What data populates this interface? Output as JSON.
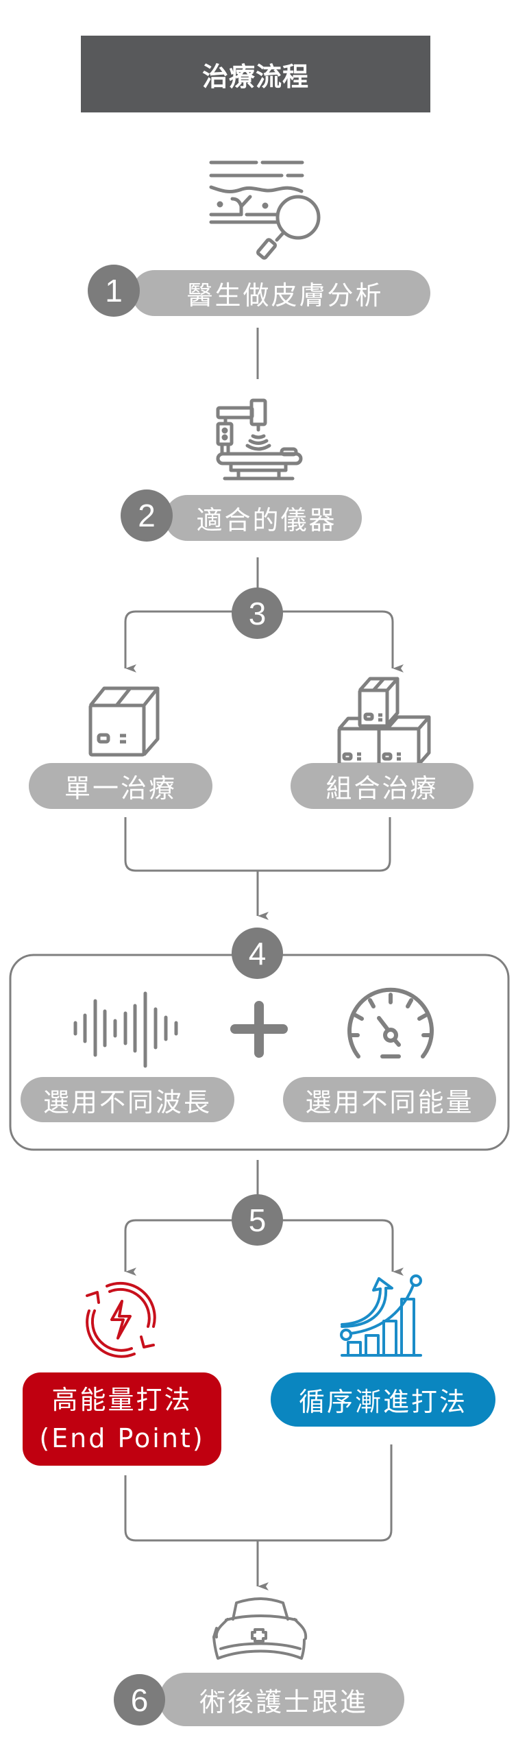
{
  "title": "治療流程",
  "colors": {
    "title_bg": "#58595b",
    "step_circle": "#7c7c7c",
    "pill_bg": "#b1b1b1",
    "connector": "#7f7f7f",
    "icon_gray": "#808080",
    "high_energy_red": "#c00010",
    "progressive_blue": "#0a86c0"
  },
  "steps": [
    {
      "number": "1",
      "label": "醫生做皮膚分析",
      "icon": "skin-analysis-magnifier-icon"
    },
    {
      "number": "2",
      "label": "適合的儀器",
      "icon": "laser-machine-icon"
    },
    {
      "number": "3",
      "options": [
        {
          "label": "單一治療",
          "icon": "single-box-icon"
        },
        {
          "label": "組合治療",
          "icon": "stacked-boxes-icon"
        }
      ]
    },
    {
      "number": "4",
      "operator": "+",
      "options": [
        {
          "label": "選用不同波長",
          "icon": "sound-wave-icon"
        },
        {
          "label": "選用不同能量",
          "icon": "speedometer-gauge-icon"
        }
      ]
    },
    {
      "number": "5",
      "options": [
        {
          "label_line1": "高能量打法",
          "label_line2": "(End Point)",
          "icon": "energy-cycle-lightning-icon"
        },
        {
          "label": "循序漸進打法",
          "icon": "growth-bar-chart-icon"
        }
      ]
    },
    {
      "number": "6",
      "label": "術後護士跟進",
      "icon": "nurse-cap-icon"
    }
  ]
}
